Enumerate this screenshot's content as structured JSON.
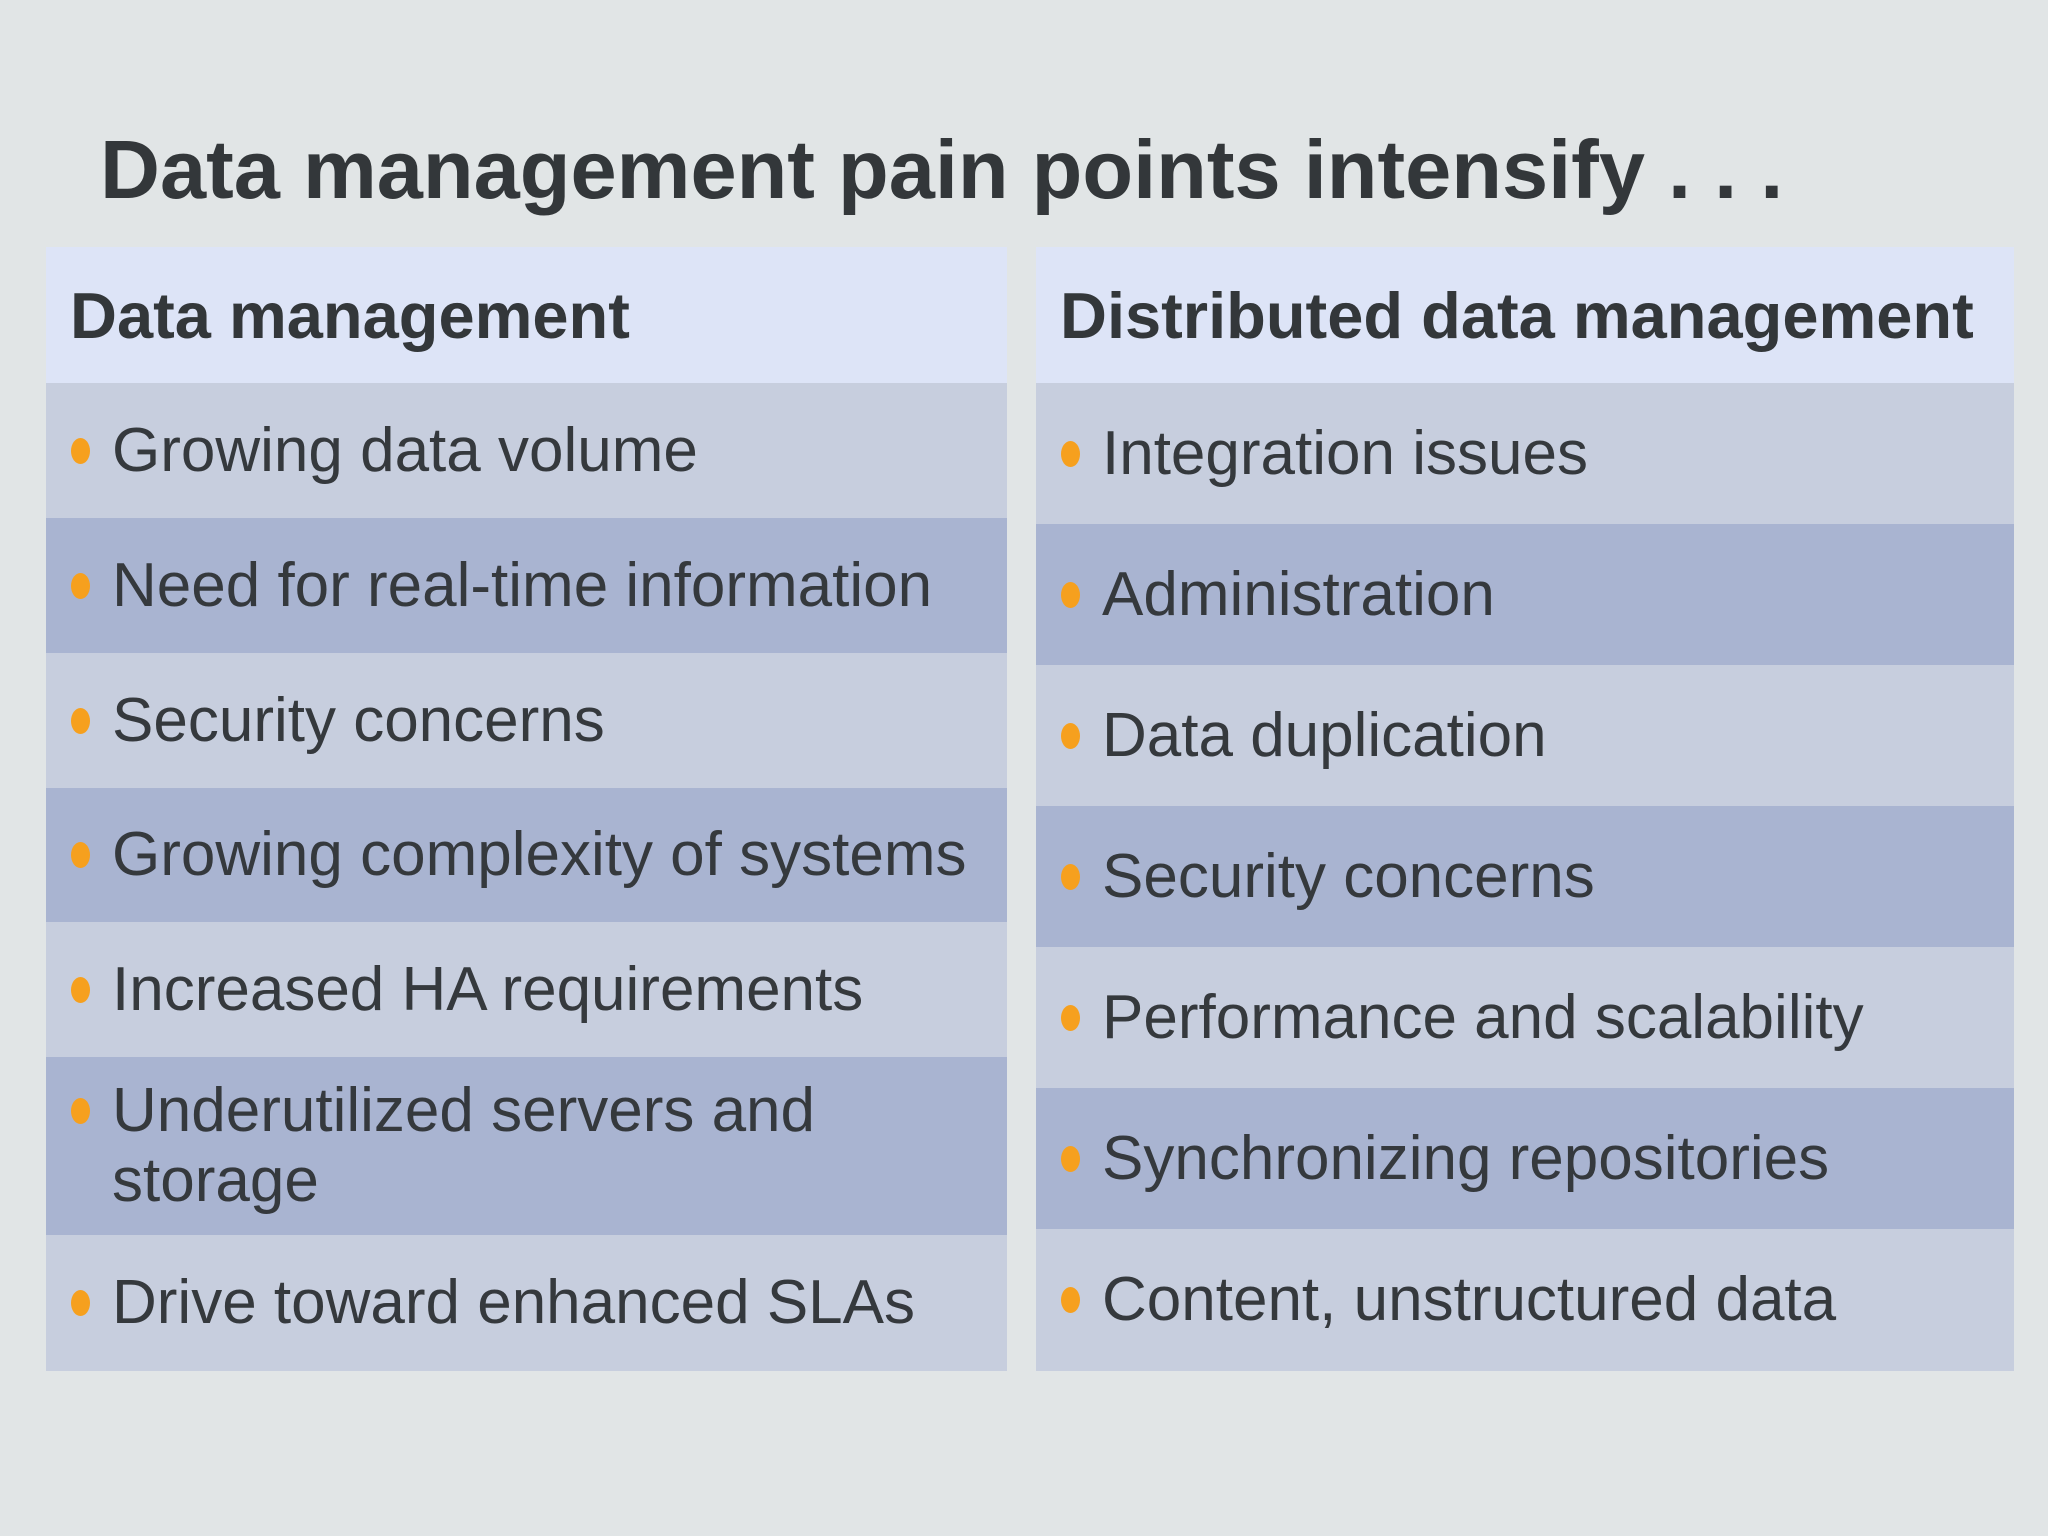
{
  "title": "Data management pain points intensify . . .",
  "colors": {
    "background": "#e1e5e6",
    "table_header_bg": "#dde4f7",
    "row_light": "#c7cede",
    "row_dark": "#a9b4d1",
    "bullet": "#f6a01e",
    "title_text": "#33373a",
    "body_text": "#35393d"
  },
  "left_table": {
    "header": "Data management",
    "items": [
      "Growing data volume",
      "Need for real-time information",
      "Security concerns",
      "Growing complexity of systems",
      "Increased HA requirements",
      "Underutilized servers and storage",
      "Drive toward enhanced SLAs"
    ]
  },
  "right_table": {
    "header": "Distributed data management",
    "items": [
      "Integration issues",
      "Administration",
      "Data duplication",
      "Security concerns",
      "Performance and scalability",
      "Synchronizing repositories",
      "Content, unstructured data"
    ]
  }
}
